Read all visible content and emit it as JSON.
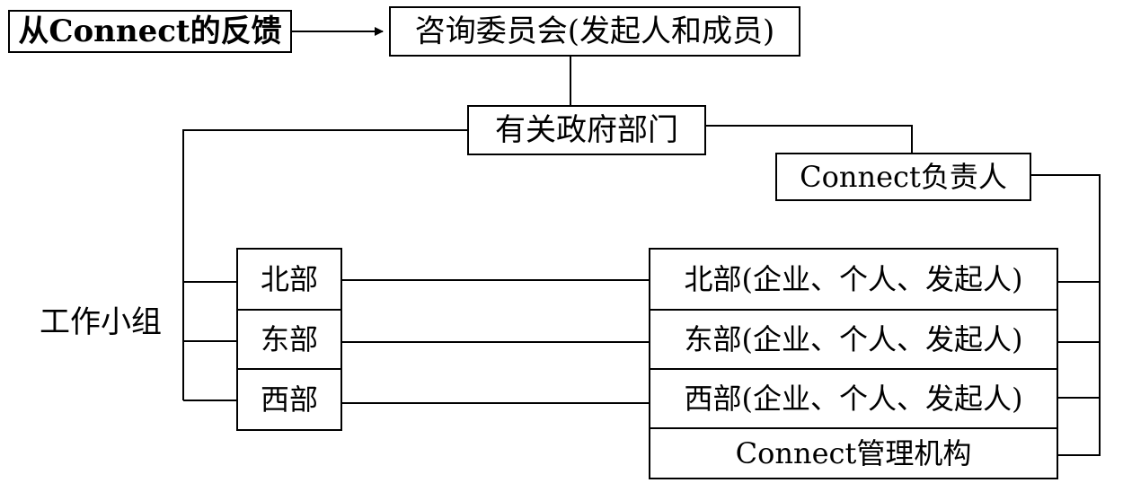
{
  "nodes": {
    "feedback": "从Connect的反馈",
    "advisory": "咨询委员会(发起人和成员)",
    "government": "有关政府部门",
    "connect_head": "Connect负责人",
    "working_group": "工作小组",
    "north": "北部",
    "east": "东部",
    "west": "西部",
    "north_detail": "北部(企业、个人、发起人)",
    "east_detail": "东部(企业、个人、发起人)",
    "west_detail": "西部(企业、个人、发起人)",
    "connect_mgmt": "Connect管理机构"
  }
}
